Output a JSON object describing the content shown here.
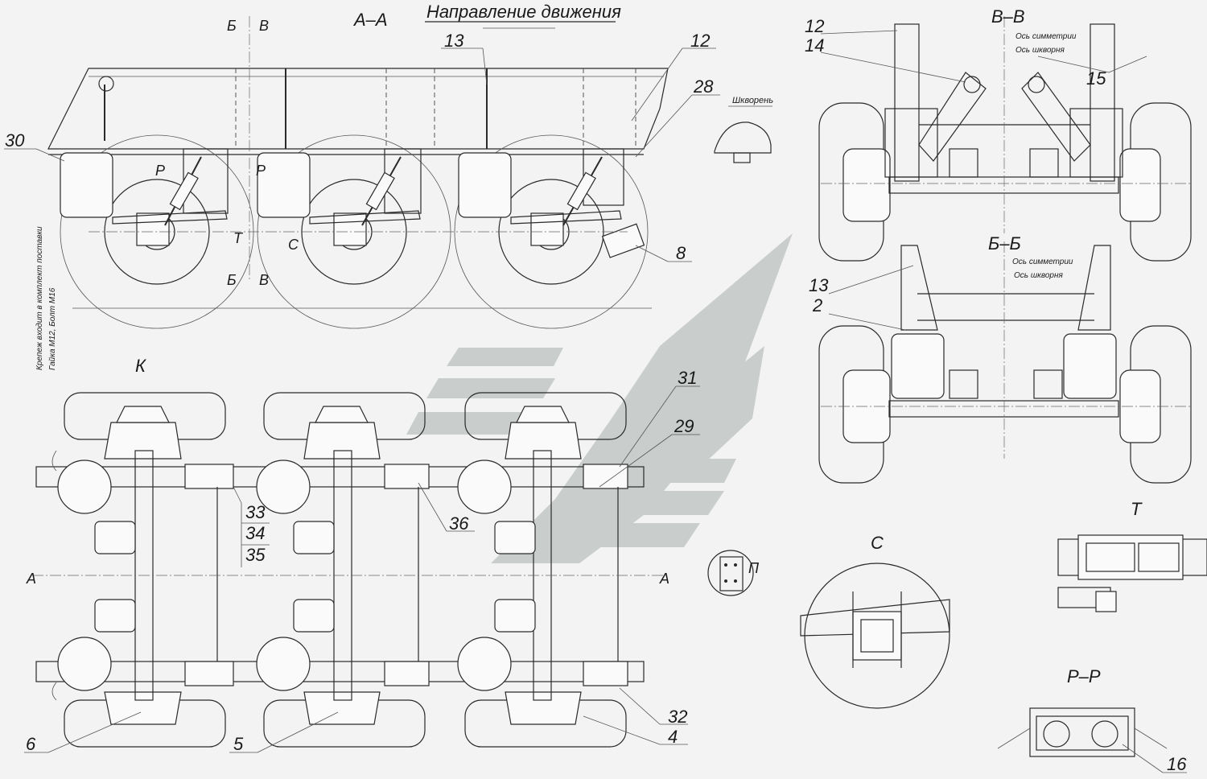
{
  "direction_label": "Направление движения",
  "views": {
    "aa": "А–А",
    "vv": "В–В",
    "bb": "Б–Б",
    "k": "К",
    "c": "С",
    "t": "Т",
    "pp": "Р–Р",
    "p": "П",
    "kingpin": "Шкворень"
  },
  "section_marks": {
    "b": "Б",
    "v": "В",
    "a": "А",
    "r": "Р",
    "t": "Т",
    "c": "С"
  },
  "axis_labels": {
    "symmetry": "Ось симметрии",
    "kingpin_axis": "Ось шкворня"
  },
  "note": {
    "line1": "Крепеж входит в комплект поставки",
    "line2": "Гайка М12, Болт М16"
  },
  "callouts": {
    "c12a": "12",
    "c13a": "13",
    "c28": "28",
    "c30": "30",
    "c8": "8",
    "c12b": "12",
    "c14": "14",
    "c15": "15",
    "c13b": "13",
    "c2": "2",
    "c31": "31",
    "c29": "29",
    "c33": "33",
    "c34": "34",
    "c35": "35",
    "c36": "36",
    "c32": "32",
    "c6": "6",
    "c5": "5",
    "c4": "4",
    "c16": "16"
  },
  "colors": {
    "line": "#2a2a2a",
    "paper": "#f3f3f3",
    "watermark": "#c9cecc"
  }
}
